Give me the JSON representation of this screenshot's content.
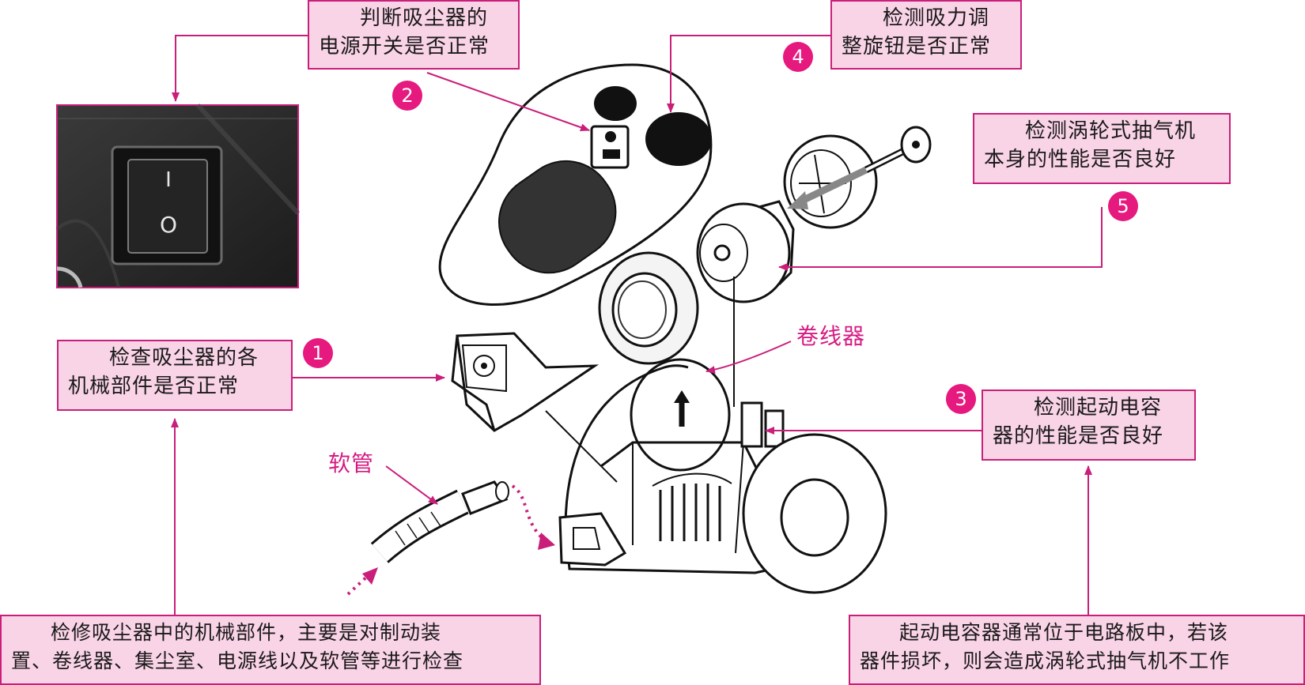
{
  "colors": {
    "accent": "#e6197f",
    "label_fill": "#f9d3e6",
    "label_border": "#c91f7a"
  },
  "callouts": {
    "power_switch": {
      "line1": "判断吸尘器的",
      "line2": "电源开关是否正常"
    },
    "suction_knob": {
      "line1": "检测吸力调",
      "line2": "整旋钮是否正常"
    },
    "turbo_motor": {
      "line1": "检测涡轮式抽气机",
      "line2": "本身的性能是否良好"
    },
    "mechanical_parts": {
      "line1": "检查吸尘器的各",
      "line2": "机械部件是否正常"
    },
    "start_capacitor": {
      "line1": "检测起动电容",
      "line2": "器的性能是否良好"
    },
    "maintenance_note": {
      "line1": "检修吸尘器中的机械部件，主要是对制动装",
      "line2": "置、卷线器、集尘室、电源线以及软管等进行检查"
    },
    "capacitor_note": {
      "line1": "起动电容器通常位于电路板中，若该",
      "line2": "器件损坏，则会造成涡轮式抽气机不工作"
    }
  },
  "badges": [
    "1",
    "2",
    "3",
    "4",
    "5"
  ],
  "part_labels": {
    "cord_reel": "卷线器",
    "hose": "软管"
  },
  "switch_symbols": {
    "on": "I",
    "off": "O"
  }
}
